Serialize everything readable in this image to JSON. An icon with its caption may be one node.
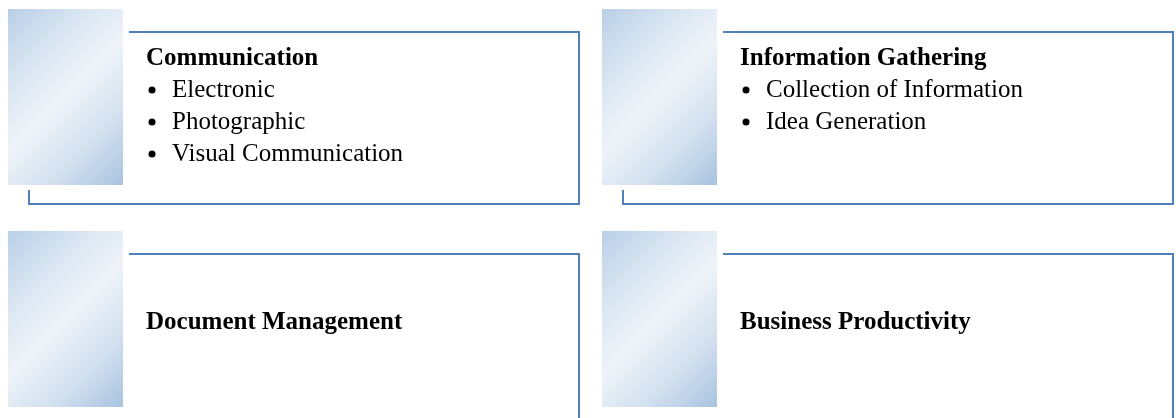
{
  "diagram": {
    "nodes": [
      {
        "text": [],
        "shape": "picture"
      },
      {
        "text": [
          "Communication",
          "Electronic",
          "Photographic",
          "Visual Communication"
        ]
      },
      {
        "text": [],
        "shape": "picture"
      },
      {
        "text": [
          "Information Gathering",
          "Collection of Information",
          "Idea Generation"
        ]
      },
      {
        "text": [],
        "shape": "picture"
      },
      {
        "text": [
          "Document Management"
        ]
      },
      {
        "text": [],
        "shape": "picture"
      },
      {
        "text": [
          "Business Productivity"
        ]
      }
    ]
  }
}
